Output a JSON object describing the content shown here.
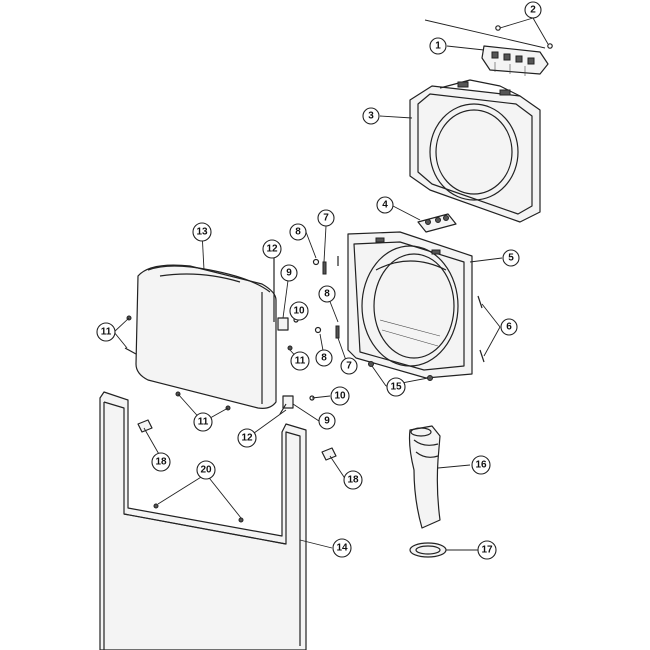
{
  "callouts": [
    {
      "id": "c2a",
      "label": "2"
    },
    {
      "id": "c1",
      "label": "1"
    },
    {
      "id": "c3",
      "label": "3"
    },
    {
      "id": "c4",
      "label": "4"
    },
    {
      "id": "c5",
      "label": "5"
    },
    {
      "id": "c6",
      "label": "6"
    },
    {
      "id": "c7a",
      "label": "7"
    },
    {
      "id": "c7b",
      "label": "7"
    },
    {
      "id": "c8a",
      "label": "8"
    },
    {
      "id": "c8b",
      "label": "8"
    },
    {
      "id": "c8c",
      "label": "8"
    },
    {
      "id": "c9a",
      "label": "9"
    },
    {
      "id": "c9b",
      "label": "9"
    },
    {
      "id": "c10a",
      "label": "10"
    },
    {
      "id": "c10b",
      "label": "10"
    },
    {
      "id": "c11a",
      "label": "11"
    },
    {
      "id": "c11b",
      "label": "11"
    },
    {
      "id": "c11c",
      "label": "11"
    },
    {
      "id": "c12a",
      "label": "12"
    },
    {
      "id": "c12b",
      "label": "12"
    },
    {
      "id": "c13",
      "label": "13"
    },
    {
      "id": "c14",
      "label": "14"
    },
    {
      "id": "c15",
      "label": "15"
    },
    {
      "id": "c16",
      "label": "16"
    },
    {
      "id": "c17",
      "label": "17"
    },
    {
      "id": "c18a",
      "label": "18"
    },
    {
      "id": "c18b",
      "label": "18"
    },
    {
      "id": "c20",
      "label": "20"
    }
  ]
}
